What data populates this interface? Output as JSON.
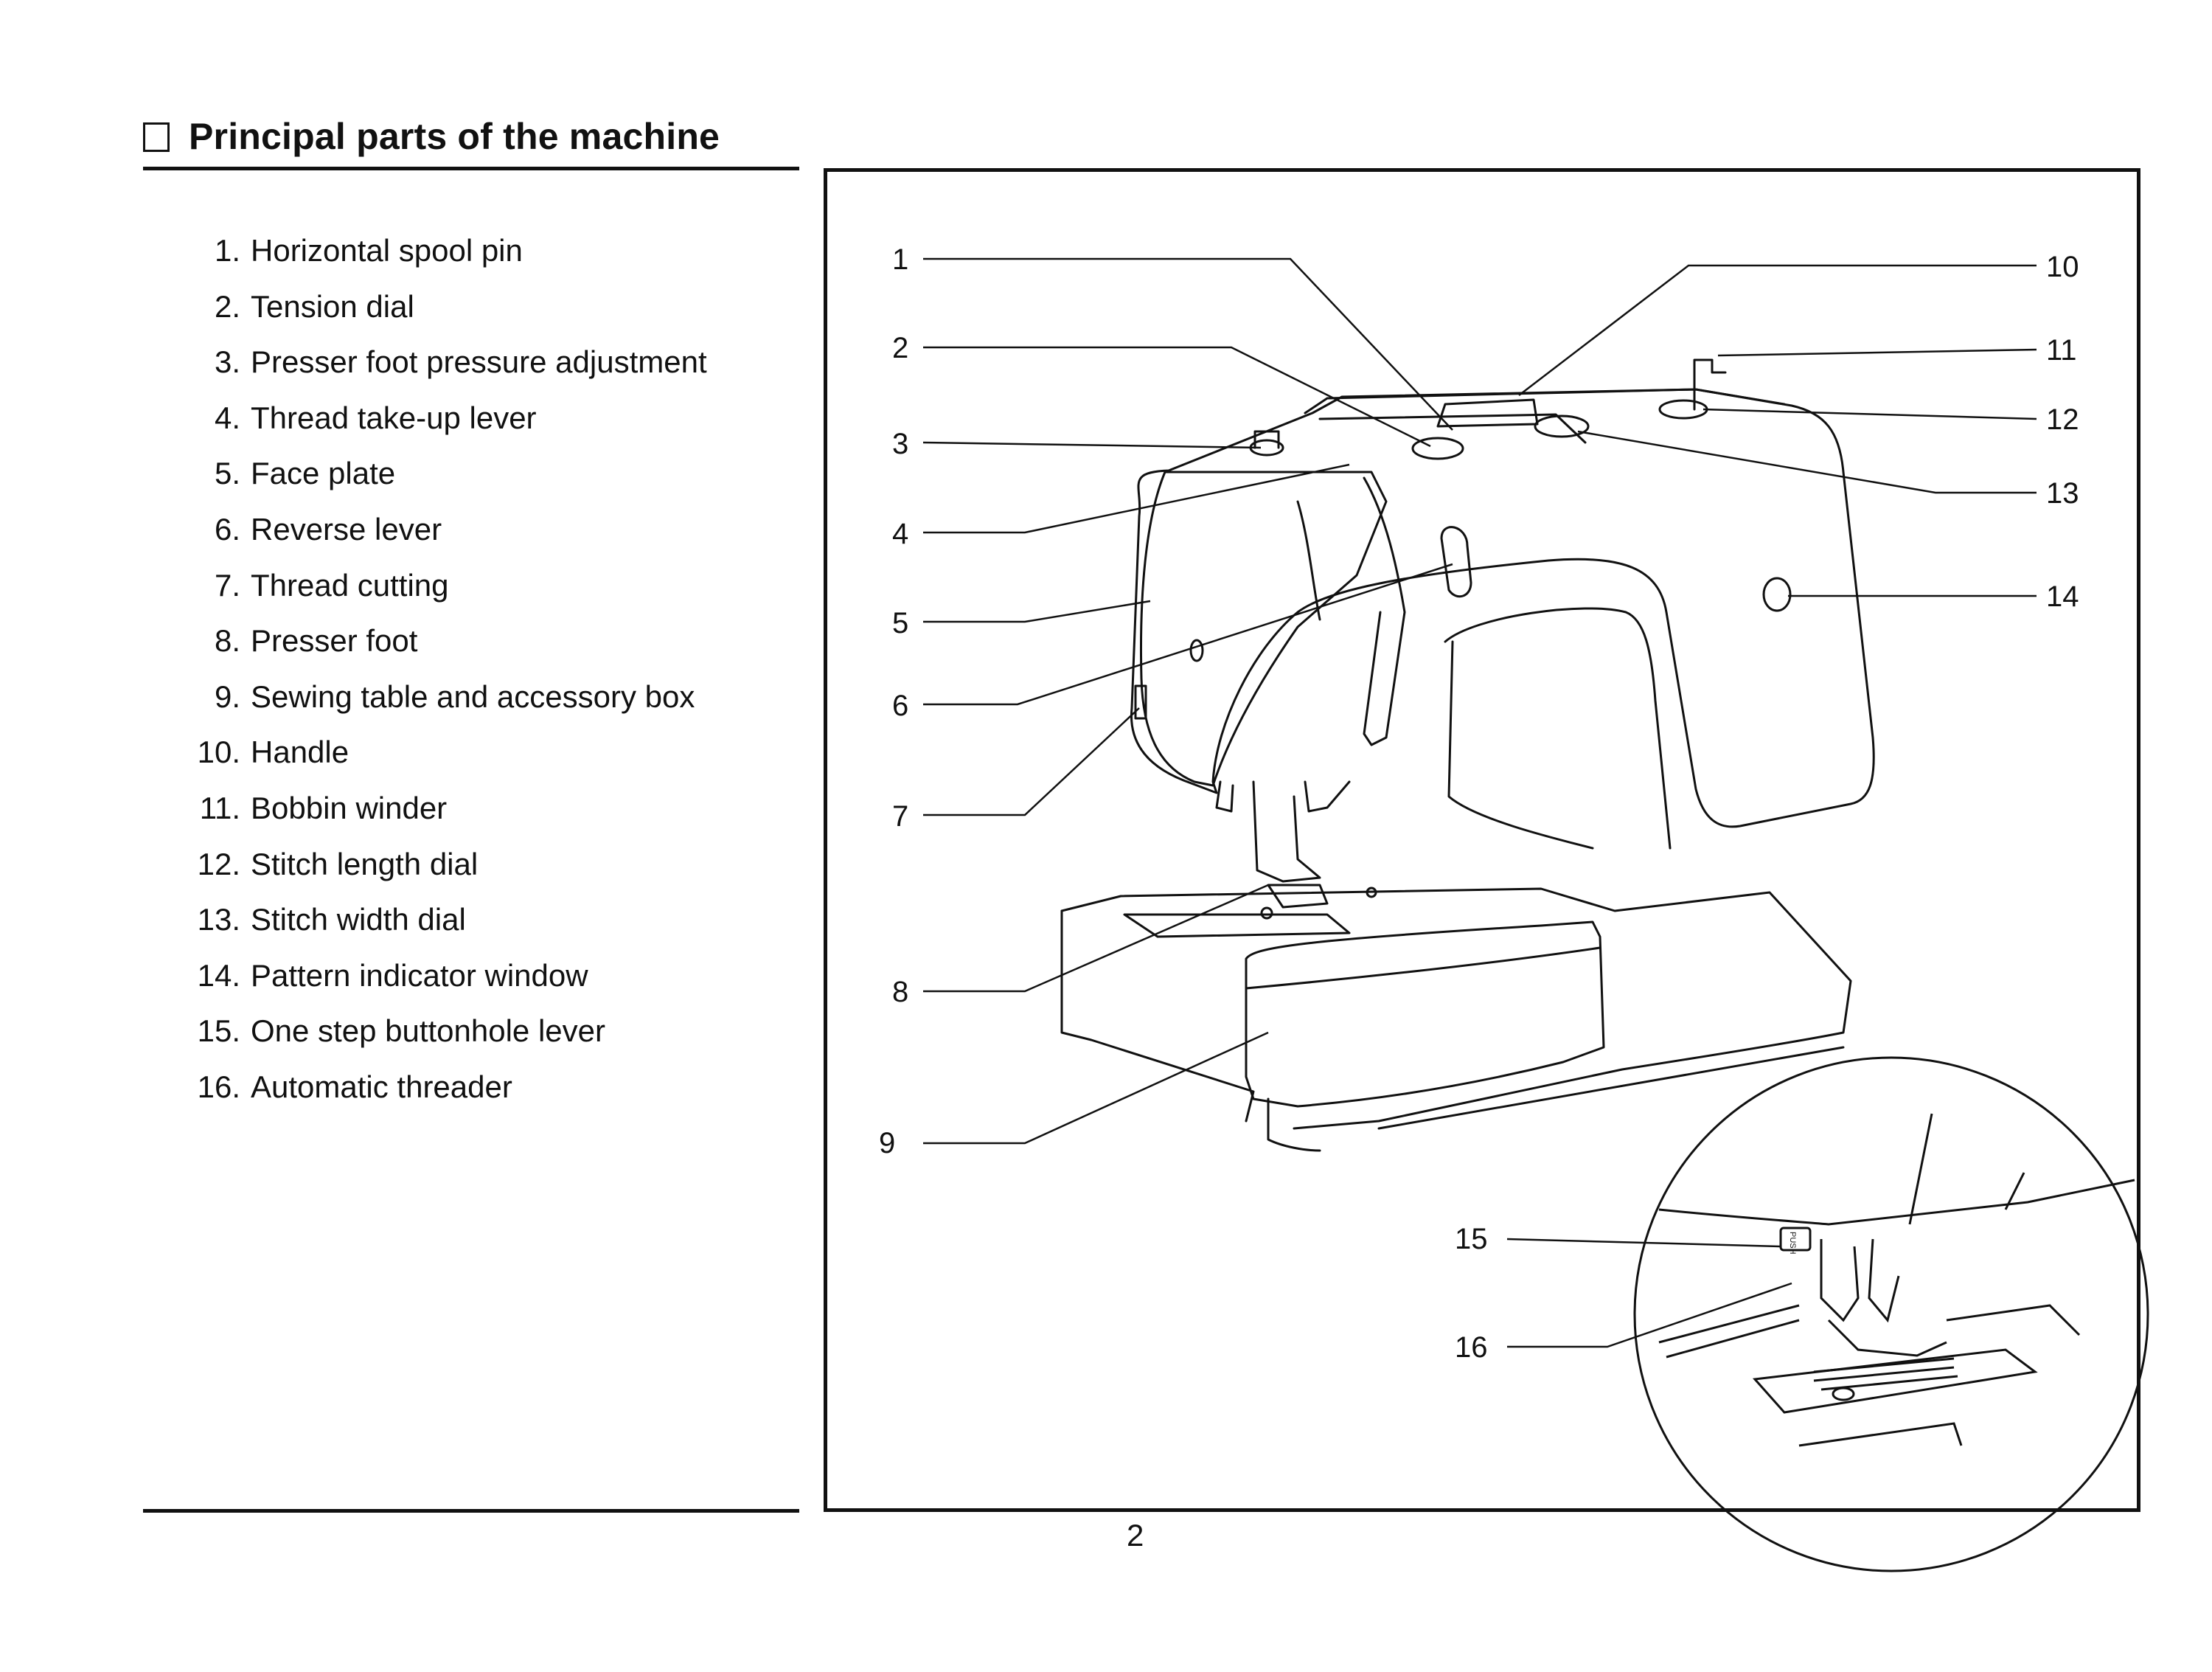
{
  "header": {
    "title": "Principal parts of the machine"
  },
  "parts": [
    {
      "num": "1.",
      "label": "Horizontal spool pin"
    },
    {
      "num": "2.",
      "label": "Tension dial"
    },
    {
      "num": "3.",
      "label": "Presser foot pressure adjustment"
    },
    {
      "num": "4.",
      "label": "Thread take-up lever"
    },
    {
      "num": "5.",
      "label": "Face plate"
    },
    {
      "num": "6.",
      "label": "Reverse lever"
    },
    {
      "num": "7.",
      "label": "Thread cutting"
    },
    {
      "num": "8.",
      "label": "Presser foot"
    },
    {
      "num": "9.",
      "label": "Sewing table and accessory box"
    },
    {
      "num": "10.",
      "label": "Handle"
    },
    {
      "num": "11.",
      "label": "Bobbin winder"
    },
    {
      "num": "12.",
      "label": "Stitch length dial"
    },
    {
      "num": "13.",
      "label": "Stitch width dial"
    },
    {
      "num": "14.",
      "label": "Pattern indicator window"
    },
    {
      "num": "15.",
      "label": "One step buttonhole lever"
    },
    {
      "num": "16.",
      "label": "Automatic threader"
    }
  ],
  "callouts": [
    "1",
    "2",
    "3",
    "4",
    "5",
    "6",
    "7",
    "8",
    "9",
    "10",
    "11",
    "12",
    "13",
    "14",
    "15",
    "16"
  ],
  "detail_label": "PUSH",
  "footer": {
    "page_number": "2"
  }
}
